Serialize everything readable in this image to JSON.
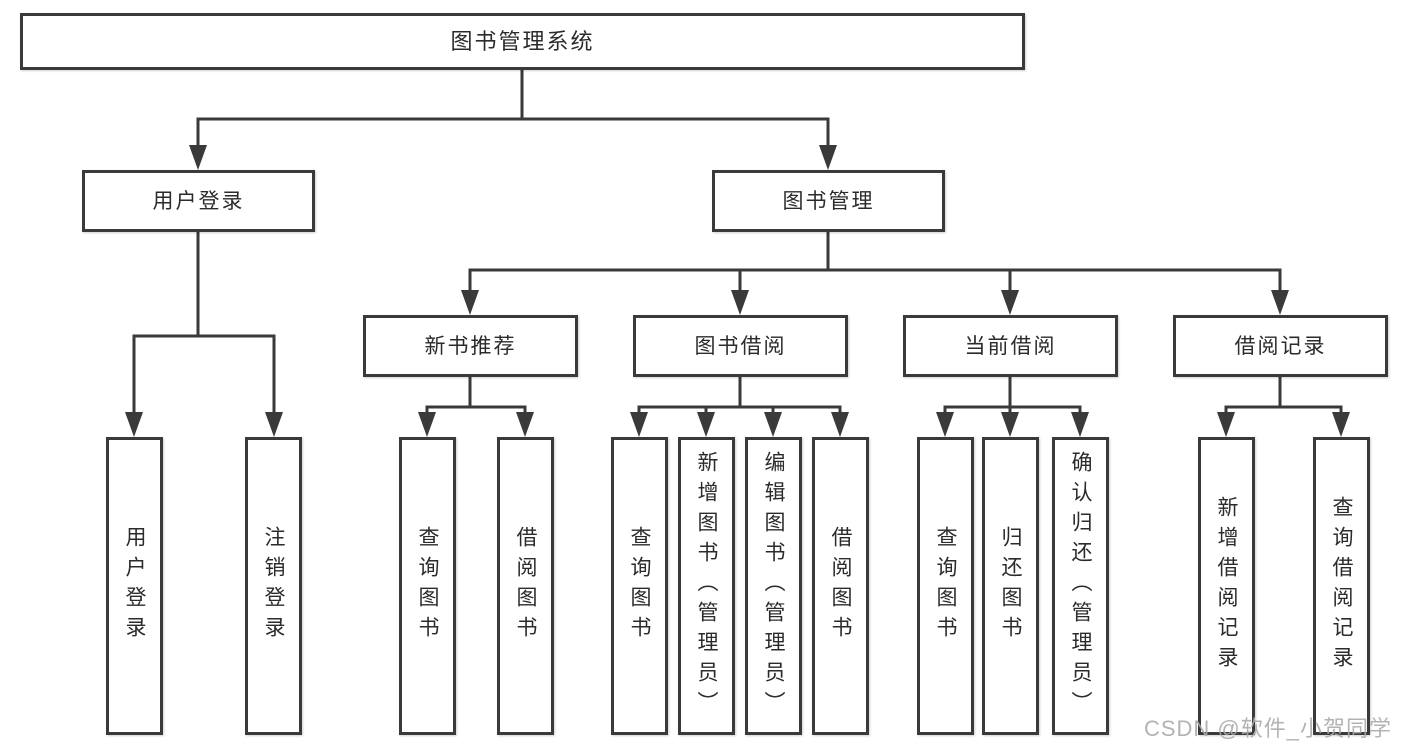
{
  "title": "图书管理系统",
  "watermark": "CSDN @软件_小贺同学",
  "colors": {
    "line": "#3a3a3a",
    "text": "#2b2b2b",
    "box_bg": "#ffffff",
    "watermark": "#ababab",
    "background": "#ffffff"
  },
  "tree": {
    "label": "图书管理系统",
    "children": [
      {
        "label": "用户登录",
        "children": [
          {
            "label": "用户登录"
          },
          {
            "label": "注销登录"
          }
        ]
      },
      {
        "label": "图书管理",
        "children": [
          {
            "label": "新书推荐",
            "children": [
              {
                "label": "查询图书"
              },
              {
                "label": "借阅图书"
              }
            ]
          },
          {
            "label": "图书借阅",
            "children": [
              {
                "label": "查询图书"
              },
              {
                "label": "新增图书（管理员）"
              },
              {
                "label": "编辑图书（管理员）"
              },
              {
                "label": "借阅图书"
              }
            ]
          },
          {
            "label": "当前借阅",
            "children": [
              {
                "label": "查询图书"
              },
              {
                "label": "归还图书"
              },
              {
                "label": "确认归还（管理员）"
              }
            ]
          },
          {
            "label": "借阅记录",
            "children": [
              {
                "label": "新增借阅记录"
              },
              {
                "label": "查询借阅记录"
              }
            ]
          }
        ]
      }
    ]
  }
}
